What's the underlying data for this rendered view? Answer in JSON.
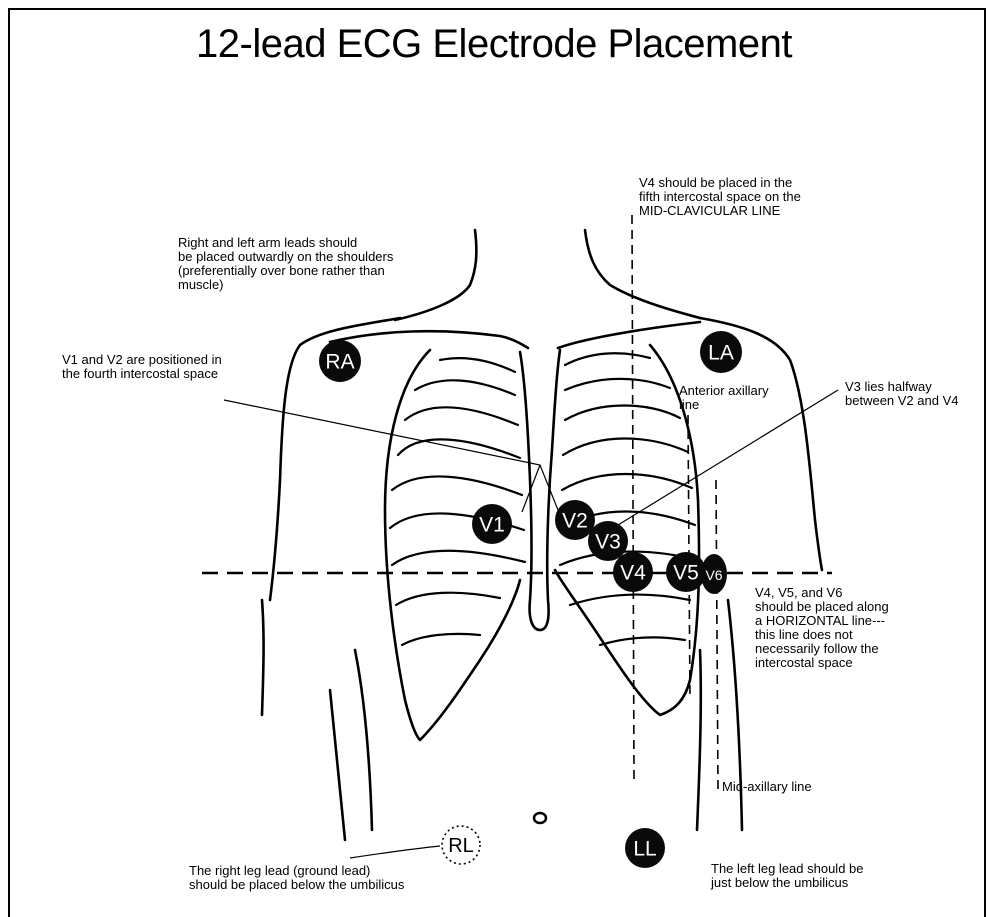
{
  "title": "12-lead ECG Electrode Placement",
  "notes": {
    "arm_leads": "Right and left arm leads should\nbe placed outwardly on the shoulders\n(preferentially over bone rather than\nmuscle)",
    "v4_placement": "V4 should be placed in the\nfifth intercostal space on the\nMID-CLAVICULAR LINE",
    "v1_v2": "V1 and V2 are positioned in\nthe fourth intercostal space",
    "anterior_axillary": "Anterior axillary\nline",
    "v3": "V3 lies halfway\nbetween V2 and V4",
    "v4_v5_v6": "V4, V5, and V6\nshould be placed along\na HORIZONTAL line---\nthis line does not\nnecessarily follow the\nintercostal space",
    "mid_axillary": "Mid-axillary line",
    "right_leg": "The right leg lead (ground lead)\nshould be placed below the umbilicus",
    "left_leg": "The left leg lead should be\njust below the umbilicus"
  },
  "electrodes": {
    "ra": "RA",
    "la": "LA",
    "v1": "V1",
    "v2": "V2",
    "v3": "V3",
    "v4": "V4",
    "v5": "V5",
    "v6": "V6",
    "rl": "RL",
    "ll": "LL"
  },
  "colors": {
    "electrode_fill": "#0a0a0a",
    "line": "#000000",
    "background": "#ffffff"
  }
}
